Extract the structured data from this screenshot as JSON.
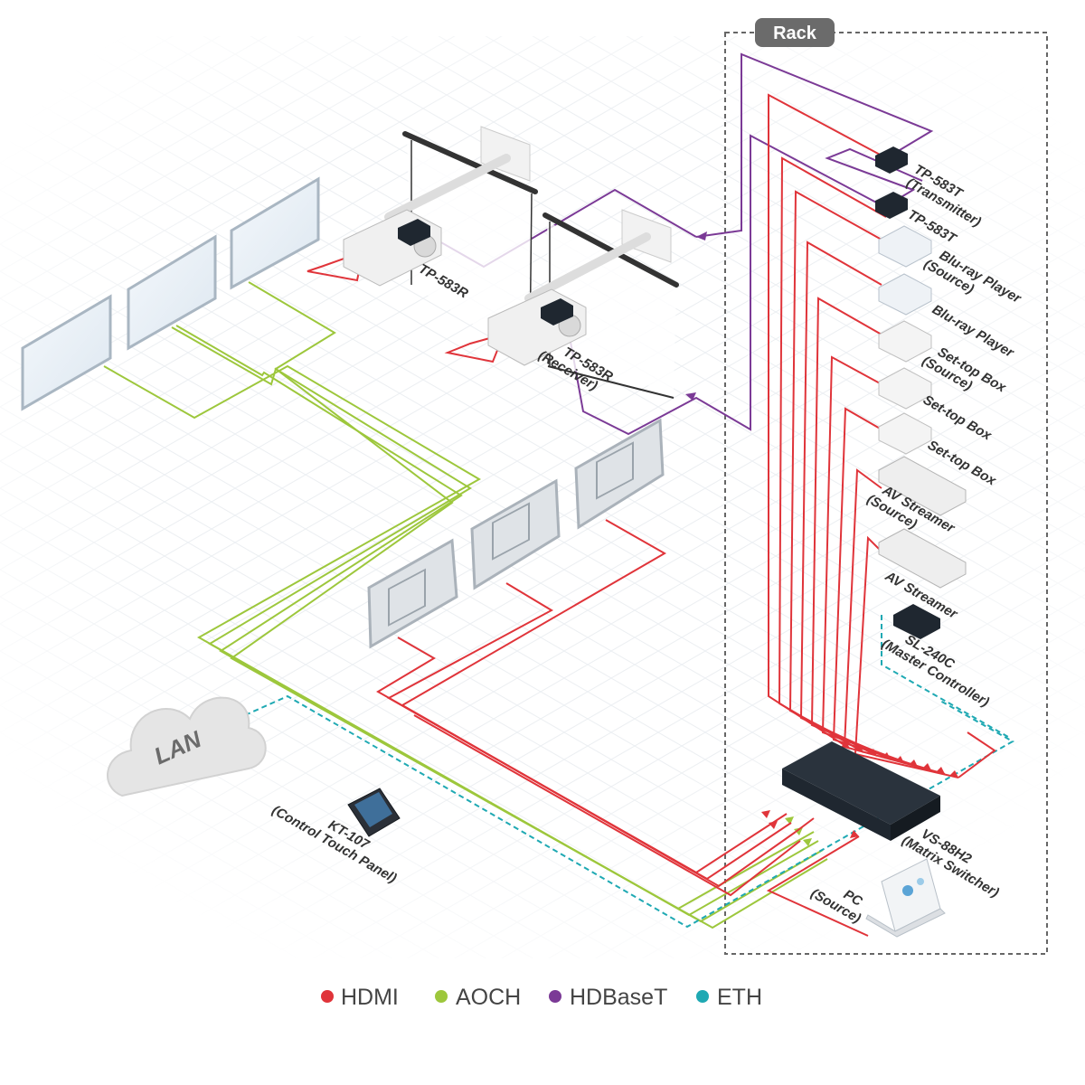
{
  "rack_label": "Rack",
  "lan_label": "LAN",
  "colors": {
    "hdmi": "#e0343a",
    "aoch": "#9dc73c",
    "hdbaset": "#7b3a96",
    "eth": "#1fa9b3",
    "rack_border": "#666666",
    "device_dark": "#1f2730"
  },
  "devices": {
    "tp583t_transmitter": {
      "name": "TP-583T",
      "role": "(Transmitter)"
    },
    "tp583t": {
      "name": "TP-583T"
    },
    "bluray_source": {
      "name": "Blu-ray Player",
      "role": "(Source)"
    },
    "bluray": {
      "name": "Blu-ray Player"
    },
    "settop_source": {
      "name": "Set-top Box",
      "role": "(Source)"
    },
    "settop_1": {
      "name": "Set-top Box"
    },
    "settop_2": {
      "name": "Set-top Box"
    },
    "avstreamer_source": {
      "name": "AV Streamer",
      "role": "(Source)"
    },
    "avstreamer": {
      "name": "AV Streamer"
    },
    "sl240c": {
      "name": "SL-240C",
      "role": "(Master Controller)"
    },
    "vs88h2": {
      "name": "VS-88H2",
      "role": "(Matrix Switcher)"
    },
    "pc": {
      "name": "PC",
      "role": "(Source)"
    },
    "kt107": {
      "name": "KT-107",
      "role": "(Control Touch Panel)"
    },
    "tp583r_1": {
      "name": "TP-583R"
    },
    "tp583r_2": {
      "name": "TP-583R",
      "role": "(Receiver)"
    }
  },
  "legend": [
    {
      "label": "HDMI",
      "color": "#e0343a"
    },
    {
      "label": "AOCH",
      "color": "#9dc73c"
    },
    {
      "label": "HDBaseT",
      "color": "#7b3a96"
    },
    {
      "label": "ETH",
      "color": "#1fa9b3"
    }
  ]
}
